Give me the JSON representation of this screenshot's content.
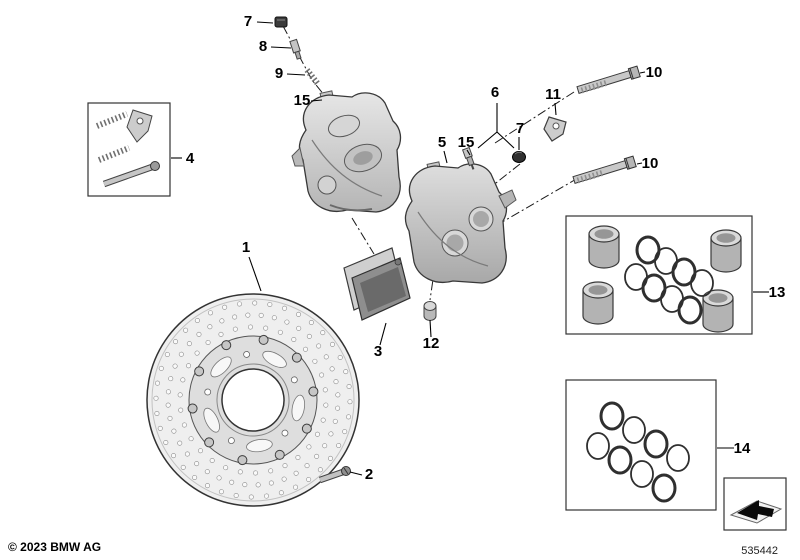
{
  "footer": {
    "copyright": "© 2023 BMW AG",
    "diagram_number": "535442"
  },
  "callouts": {
    "c1": "1",
    "c2": "2",
    "c3": "3",
    "c4": "4",
    "c5": "5",
    "c6": "6",
    "c7a": "7",
    "c7b": "7",
    "c8": "8",
    "c9": "9",
    "c10a": "10",
    "c10b": "10",
    "c11": "11",
    "c12": "12",
    "c13": "13",
    "c14": "14",
    "c15a": "15",
    "c15b": "15"
  },
  "symbols": {
    "view_direction": "arrow-pointing-lower-left"
  },
  "colors": {
    "background": "#ffffff",
    "line": "#000000",
    "part_light": "#e8e8e8",
    "part_mid": "#c6c6c6",
    "part_dark": "#8f8f8f",
    "ring_stroke": "#2f2f2f"
  }
}
